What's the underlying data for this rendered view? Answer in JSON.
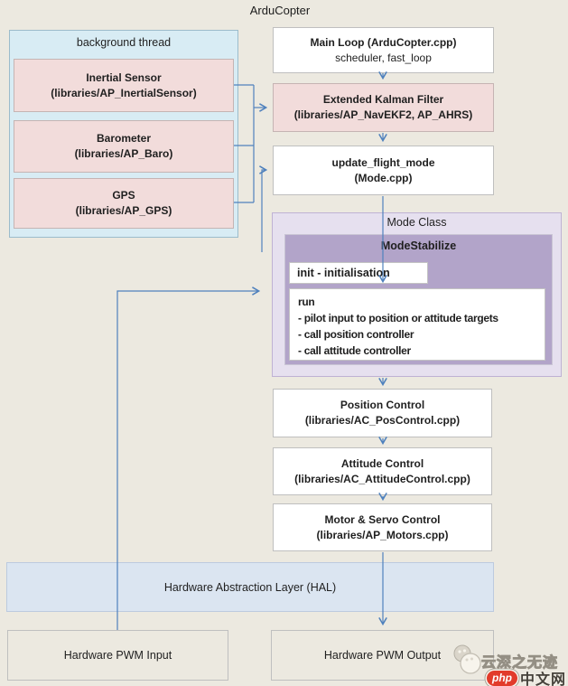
{
  "title": "ArduCopter",
  "colors": {
    "canvas_bg": "#ece9e0",
    "sensor_pink": "#f2dcdb",
    "thread_blue": "#d8ecf4",
    "mode_lavender": "#e6e0ef",
    "stabilize_purple": "#b2a4c9",
    "hal_blue": "#dbe5f1",
    "connector_blue": "#4f81bd"
  },
  "background_thread": {
    "label": "background thread",
    "boxes": [
      {
        "title": "Inertial Sensor",
        "subtitle": "(libraries/AP_InertialSensor)"
      },
      {
        "title": "Barometer",
        "subtitle": "(libraries/AP_Baro)"
      },
      {
        "title": "GPS",
        "subtitle": "(libraries/AP_GPS)"
      }
    ]
  },
  "main_chain": [
    {
      "title": "Main Loop (ArduCopter.cpp)",
      "subtitle": "scheduler, fast_loop"
    },
    {
      "title": "Extended Kalman Filter",
      "subtitle": "(libraries/AP_NavEKF2, AP_AHRS)"
    },
    {
      "title": "update_flight_mode",
      "subtitle": "(Mode.cpp)"
    }
  ],
  "mode_class": {
    "label": "Mode Class",
    "stabilize": {
      "title": "ModeStabilize",
      "init_label": "init - initialisation",
      "run": {
        "title": "run",
        "items": [
          "- pilot input to position or attitude targets",
          "- call position controller",
          "- call attitude controller"
        ]
      }
    }
  },
  "control_chain": [
    {
      "title": "Position Control",
      "subtitle": "(libraries/AC_PosControl.cpp)"
    },
    {
      "title": "Attitude Control",
      "subtitle": "(libraries/AC_AttitudeControl.cpp)"
    },
    {
      "title": "Motor & Servo Control",
      "subtitle": "(libraries/AP_Motors.cpp)"
    }
  ],
  "hal": {
    "label": "Hardware Abstraction Layer (HAL)"
  },
  "bottom": {
    "input_label": "Hardware PWM Input",
    "output_label": "Hardware PWM Output"
  },
  "watermark": {
    "text": "云深之无迹",
    "php_label": "php",
    "cn_label": "中文网"
  }
}
